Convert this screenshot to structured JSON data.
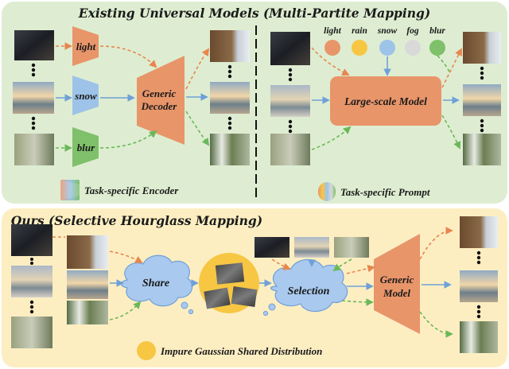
{
  "top_panel": {
    "title": "Existing Universal Models (Multi-Partite Mapping)",
    "encoder_labels": [
      "light",
      "snow",
      "blur"
    ],
    "decoder_label": "Generic Decoder",
    "encoder_legend": "Task-specific Encoder",
    "prompt_labels": [
      "light",
      "rain",
      "snow",
      "fog",
      "blur"
    ],
    "model_label": "Large-scale Model",
    "prompt_legend": "Task-specific Prompt"
  },
  "bottom_panel": {
    "title": "Ours (Selective Hourglass Mapping)",
    "share_label": "Share",
    "selection_label": "Selection",
    "model_label": "Generic Model",
    "distribution_legend": "Impure Gaussian Shared Distribution"
  },
  "colors": {
    "top_panel_bg": "#deedd1",
    "bottom_panel_bg": "#fdeec2",
    "orange": "#e8956a",
    "blue": "#9dc3e8",
    "green": "#7fc06a",
    "yellow": "#f7c743",
    "gray": "#d9d9d9",
    "arrow_orange": "#e8864e",
    "arrow_blue": "#6fa0d8",
    "arrow_green": "#6ab85a",
    "cloud": "#a9c9ee"
  }
}
